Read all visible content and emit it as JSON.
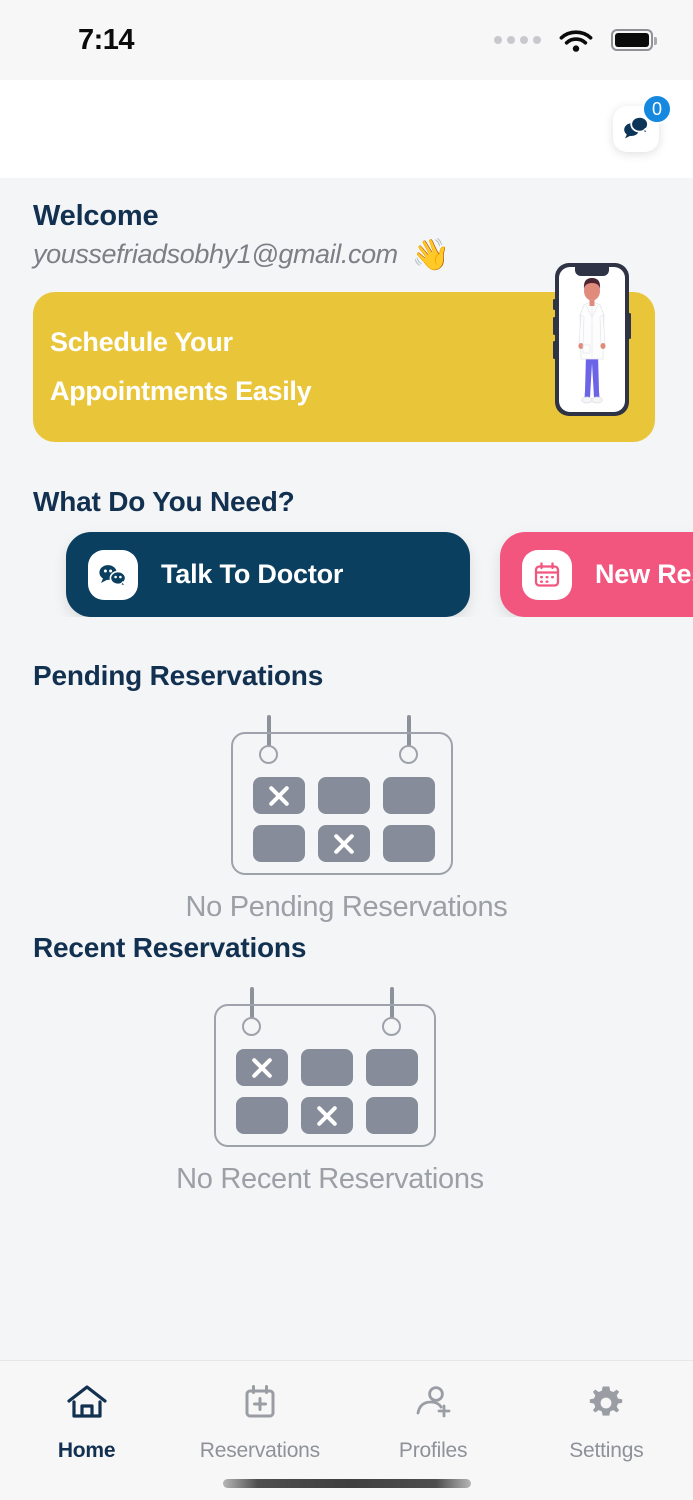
{
  "status_bar": {
    "time": "7:14",
    "signal_icon": "signal-dots-icon",
    "wifi_icon": "wifi-icon",
    "battery_icon": "battery-full-icon"
  },
  "header": {
    "chat_icon": "chat-bubbles-icon",
    "chat_badge_count": "0",
    "badge_color": "#1588E0"
  },
  "welcome": {
    "title": "Welcome",
    "email": "youssefriadsobhy1@gmail.com",
    "wave_emoji": "👋"
  },
  "banner": {
    "line1": "Schedule Your",
    "line2": "Appointments Easily",
    "background_color": "#E9C53A",
    "illustration": "phone-with-doctor-illustration"
  },
  "needs_section": {
    "title": "What Do You Need?",
    "cards": [
      {
        "label": "Talk To Doctor",
        "icon": "chat-bubbles-icon",
        "color": "#0B3F60"
      },
      {
        "label": "New Rese",
        "icon": "calendar-icon",
        "color": "#F2567F"
      }
    ]
  },
  "pending_section": {
    "title": "Pending Reservations",
    "empty_text": "No Pending Reservations",
    "empty_icon": "calendar-empty-icon"
  },
  "recent_section": {
    "title": "Recent Reservations",
    "empty_text": "No Recent Reservations",
    "empty_icon": "calendar-empty-icon"
  },
  "bottom_nav": {
    "items": [
      {
        "label": "Home",
        "icon": "home-icon",
        "active": true
      },
      {
        "label": "Reservations",
        "icon": "calendar-plus-icon",
        "active": false
      },
      {
        "label": "Profiles",
        "icon": "person-add-icon",
        "active": false
      },
      {
        "label": "Settings",
        "icon": "gear-icon",
        "active": false
      }
    ],
    "active_color": "#12304F",
    "inactive_color": "#8E9298"
  }
}
